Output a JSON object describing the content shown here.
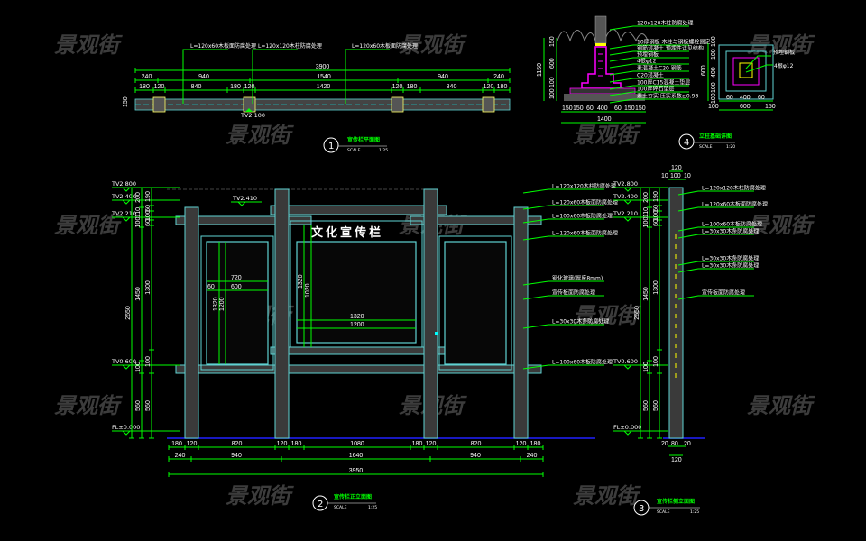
{
  "watermark": "景观街",
  "plan": {
    "title": "宣传栏平面图",
    "number": "1",
    "scale_label": "SCALE",
    "scale": "1:25",
    "level": "TV2.100",
    "callouts": [
      "L=120x60木板面防腐处理",
      "L=120x120木柱防腐处理",
      "L=120x60木板面防腐处理"
    ],
    "dim_total": [
      "3900"
    ],
    "dim_mid": [
      "240",
      "940",
      "1540",
      "940",
      "240"
    ],
    "dim_detail": [
      "180",
      "120",
      "840",
      "180",
      "120",
      "1420",
      "120",
      "180",
      "840",
      "120",
      "180"
    ],
    "dim_side": "150"
  },
  "elevation": {
    "title": "宣传栏正立面图",
    "number": "2",
    "scale_label": "SCALE",
    "scale": "1:25",
    "headline": "文化宣传栏",
    "levels": [
      "TV2.800",
      "TV2.400",
      "TV2.210",
      "TV0.600",
      "FL±0.000"
    ],
    "top_level": "TV2.410",
    "height_total": "2650",
    "left_dims_a": [
      "200",
      "110",
      "100",
      "1450",
      "100",
      "560"
    ],
    "left_dims_b": [
      "190",
      "60",
      "100",
      "60",
      "1300",
      "100",
      "560"
    ],
    "panel_dims": {
      "w_outer": "720",
      "w_inner": "600",
      "side": "60",
      "h_outer": "1320",
      "h_inner": "1200",
      "mid_w_outer": "1320",
      "mid_w_inner": "1200",
      "mid_h": "1320",
      "mid_h_inner": "1020"
    },
    "dim_row1": [
      "180",
      "120",
      "820",
      "120",
      "180",
      "1080",
      "180",
      "120",
      "820",
      "120",
      "180"
    ],
    "dim_row2": [
      "240",
      "940",
      "1640",
      "940",
      "240"
    ],
    "dim_total": [
      "3950"
    ],
    "callouts": [
      "L=120x120木柱防腐处理",
      "L=120x60木板面防腐处理",
      "L=100x60木板防腐处理",
      "L=120x60木板面防腐处理",
      "钢化玻璃(厚度8mm)",
      "宣传板面防腐处理",
      "L=30x30木条防腐处理",
      "L=100x60木板防腐处理"
    ]
  },
  "side": {
    "title": "宣传栏侧立面图",
    "number": "3",
    "scale_label": "SCALE",
    "scale": "1:25",
    "levels": [
      "TV2.800",
      "TV2.400",
      "TV2.210",
      "TV0.600",
      "FL±0.000"
    ],
    "height_total": "2650",
    "top_dims": [
      "120",
      "10",
      "100",
      "10"
    ],
    "bottom_dims": [
      "20",
      "80",
      "20",
      "120"
    ],
    "left_dims_a": [
      "200",
      "110",
      "100",
      "1450",
      "100",
      "560"
    ],
    "left_dims_b": [
      "190",
      "60",
      "100",
      "60",
      "1300",
      "100",
      "560"
    ],
    "callouts": [
      "L=120x120木柱防腐处理",
      "L=120x60木板面防腐处理",
      "L=100x60木板防腐处理",
      "L=30x30木条防腐处理",
      "L=30x30木条防腐处理",
      "L=30x30木条防腐处理",
      "宣传板面防腐处理"
    ]
  },
  "footing": {
    "title": "立柱基础详图",
    "number": "4",
    "scale_label": "SCALE",
    "scale": "1:20",
    "callouts": [
      "120x120木柱防腐处理",
      "10厚钢板 木柱与钢板螺栓固定",
      "钢筋混凝土 预埋件详见结构",
      "预埋钢板",
      "4根φ12",
      "素混凝土C20 钢筋",
      "C20混凝土",
      "100厚C15混凝土垫层",
      "100厚碎石垫层",
      "素土夯实 压实系数≥0.93"
    ],
    "plan_callouts": [
      "预埋钢板",
      "4根φ12"
    ],
    "left_dims": [
      "150",
      "600",
      "100",
      "100",
      "100",
      "100"
    ],
    "height_total": "1150",
    "bottom_dims": [
      "150",
      "150",
      "60",
      "400",
      "60",
      "150",
      "150"
    ],
    "bottom_total": "1400",
    "plan_dims_v": [
      "100",
      "100",
      "400",
      "100",
      "100"
    ],
    "plan_v_total": "600",
    "plan_dims_h": [
      "60",
      "400",
      "60"
    ],
    "plan_h_total": "600",
    "plan_edge": [
      "100",
      "150"
    ]
  }
}
